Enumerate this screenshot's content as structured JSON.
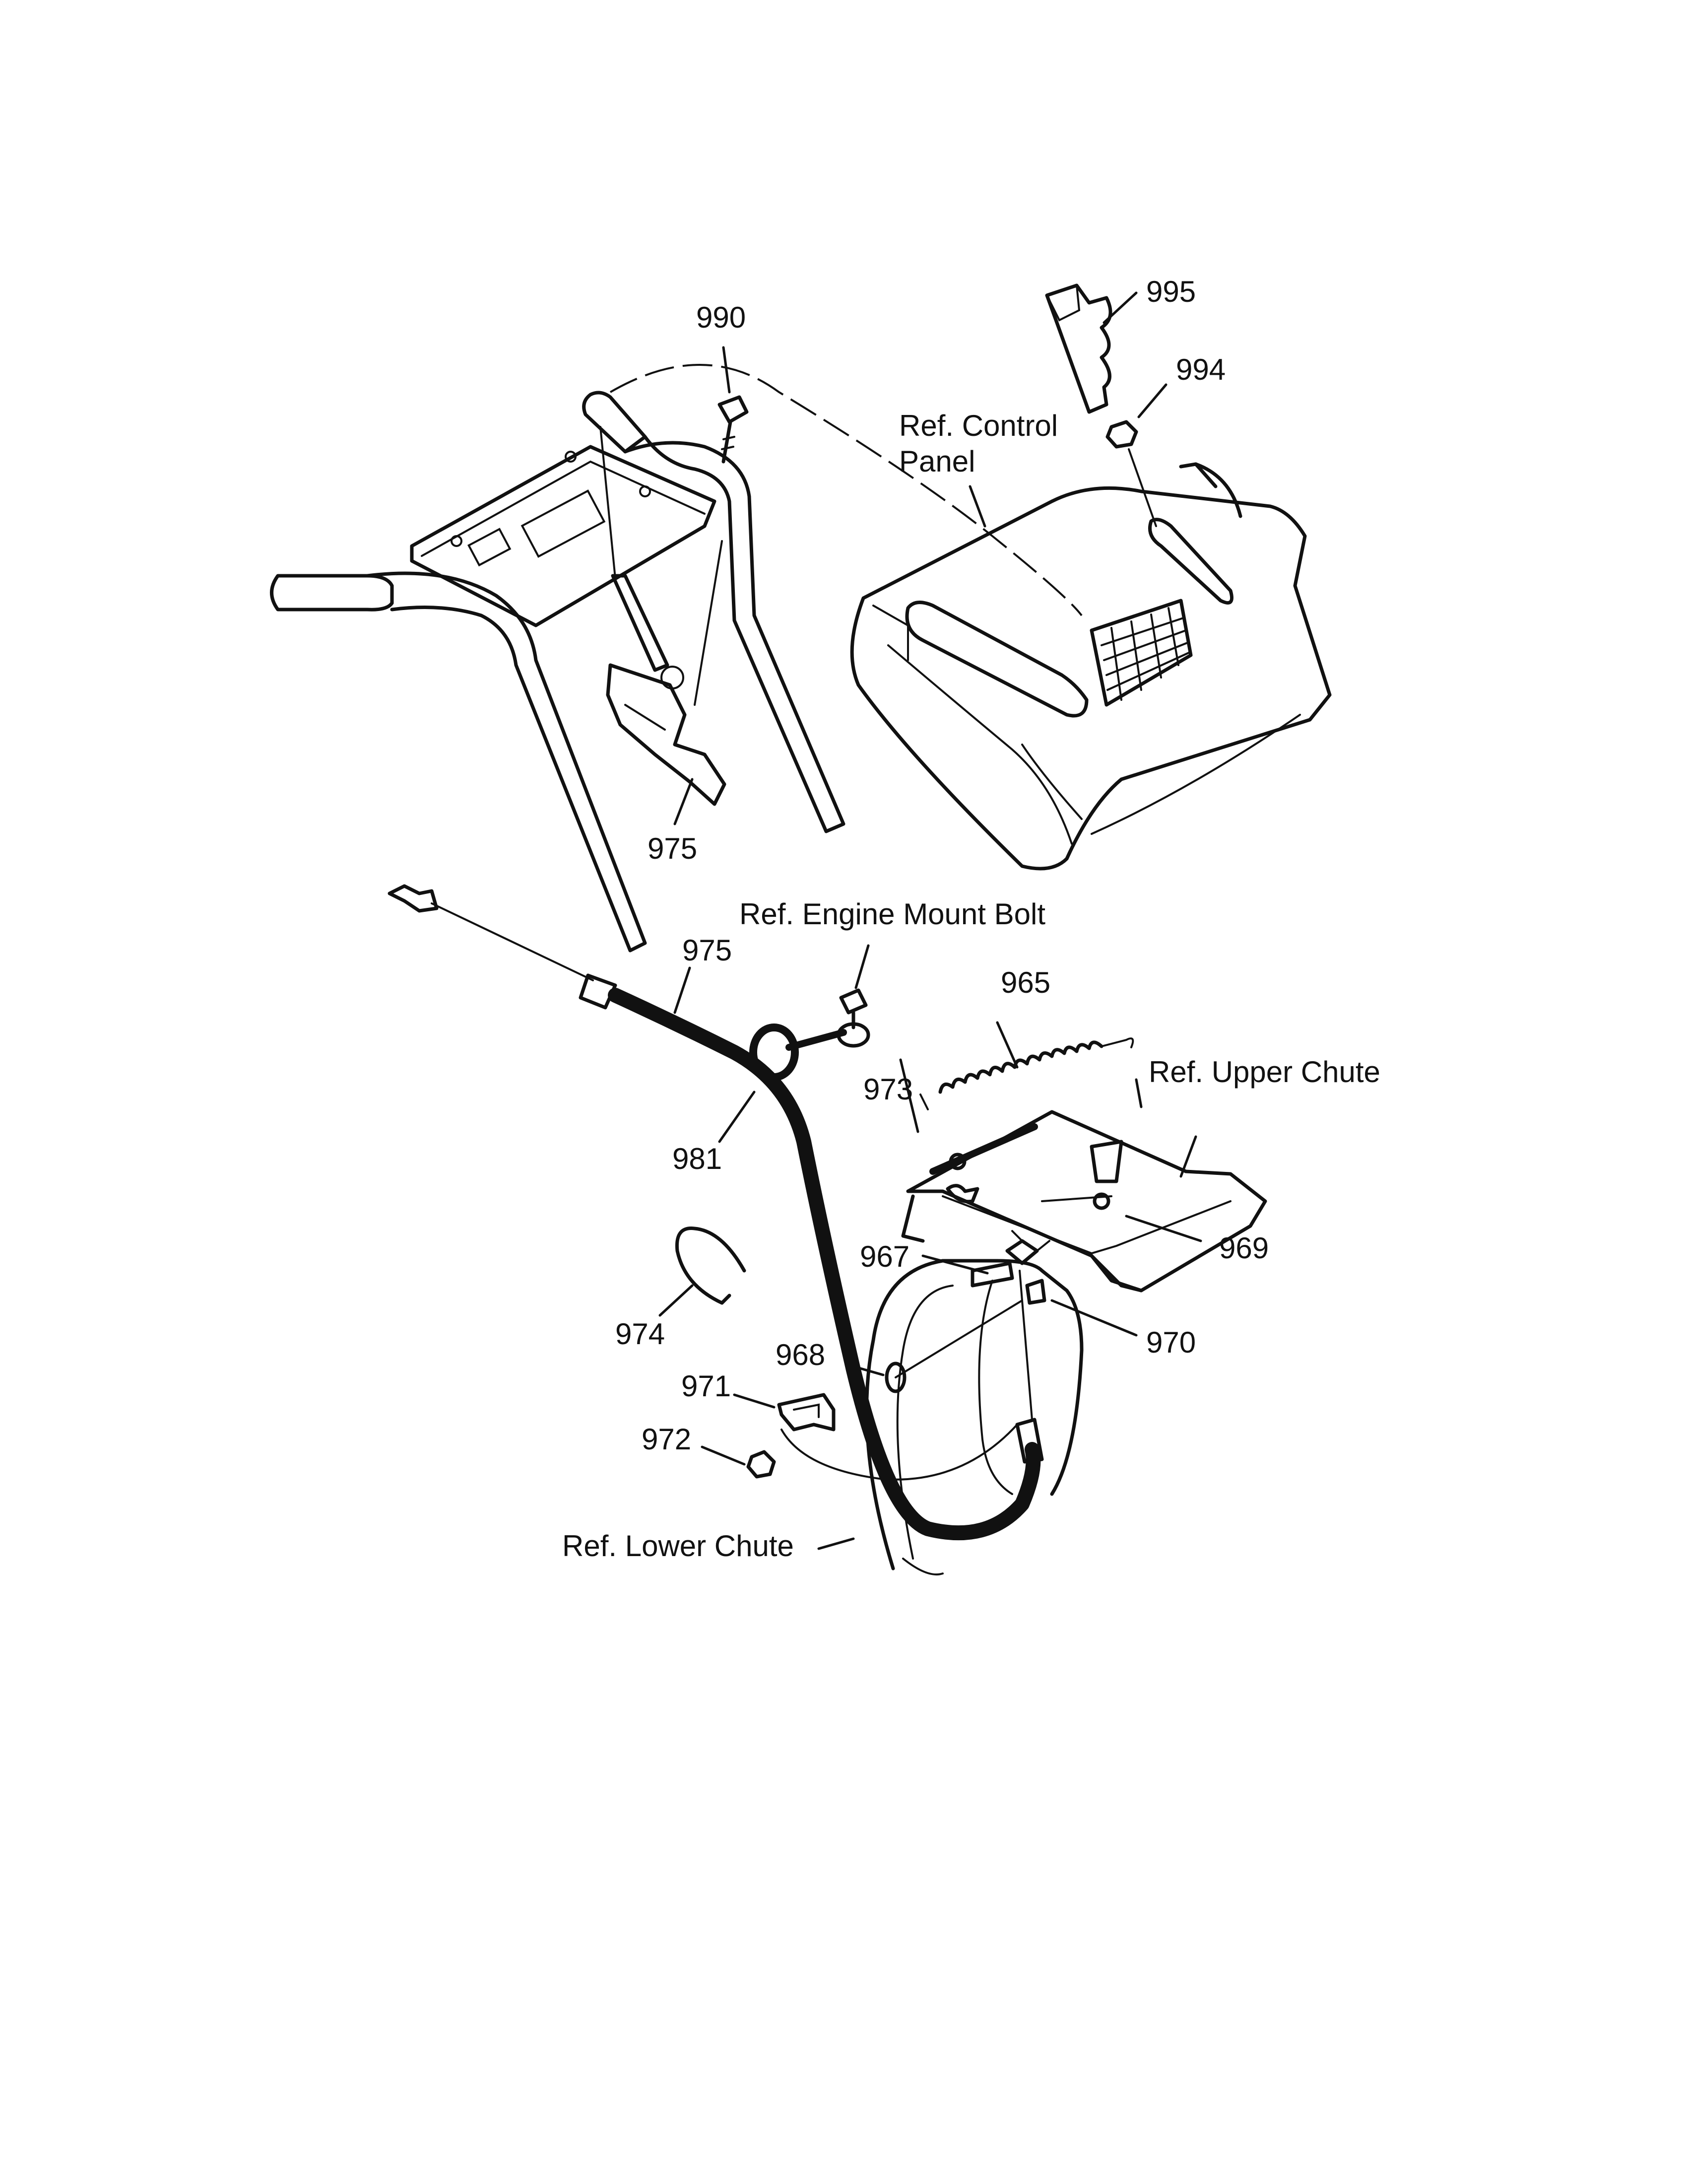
{
  "labels": {
    "p990": "990",
    "p995": "995",
    "p994": "994",
    "ref_control_panel_1": "Ref. Control",
    "ref_control_panel_2": "Panel",
    "p975_top": "975",
    "p975_cable": "975",
    "ref_engine_mount_bolt": "Ref. Engine Mount Bolt",
    "p965": "965",
    "ref_upper_chute": "Ref. Upper Chute",
    "p973": "973",
    "p981": "981",
    "p969": "969",
    "p967": "967",
    "p970": "970",
    "p974": "974",
    "p968": "968",
    "p971": "971",
    "p972": "972",
    "ref_lower_chute": "Ref. Lower Chute"
  },
  "icons": [
    "handle-assembly-icon",
    "control-panel-icon",
    "grip-icon",
    "hex-nut-icon",
    "bolt-icon",
    "chute-cable-icon",
    "spring-icon",
    "upper-chute-icon",
    "lower-chute-icon",
    "retaining-ring-icon",
    "clamp-icon"
  ]
}
